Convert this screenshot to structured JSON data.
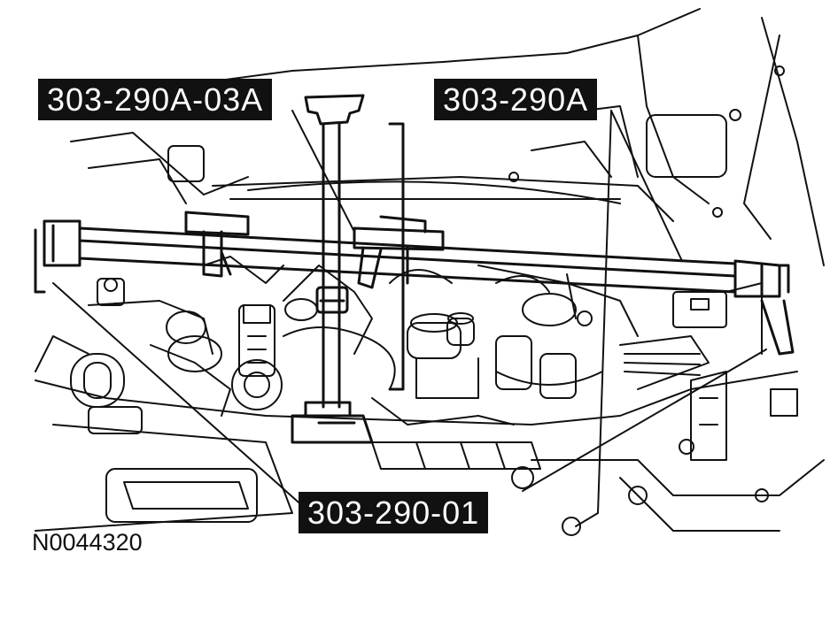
{
  "callouts": {
    "tool_left": "303-290A-03A",
    "tool_right": "303-290A",
    "tool_bottom": "303-290-01"
  },
  "figure_code": "N0044320",
  "colors": {
    "ink": "#111111",
    "paper": "#ffffff"
  }
}
